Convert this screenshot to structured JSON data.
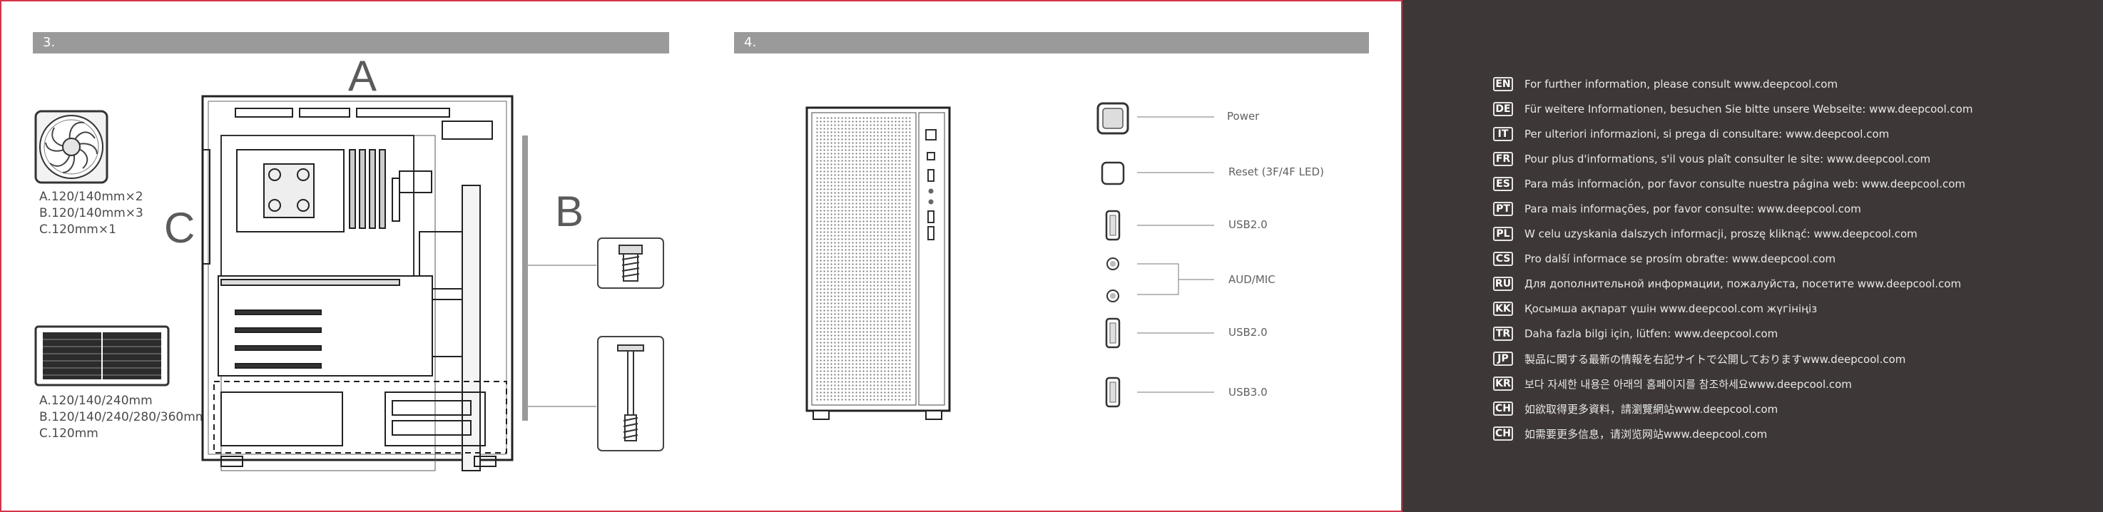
{
  "section3": {
    "number": "3.",
    "fan_letters": {
      "a": "A",
      "b": "B",
      "c": "C"
    },
    "fan_spec": [
      "A.120/140mm×2",
      "B.120/140mm×3",
      "C.120mm×1"
    ],
    "radiator_spec": [
      "A.120/140/240mm",
      "B.120/140/240/280/360mm",
      "C.120mm"
    ]
  },
  "section4": {
    "number": "4.",
    "io": [
      {
        "label": "Power",
        "icon": "power-button-icon"
      },
      {
        "label": "Reset (3F/4F LED)",
        "icon": "reset-button-icon"
      },
      {
        "label": "USB2.0",
        "icon": "usb-port-icon"
      },
      {
        "label": "AUD/MIC",
        "icon": "audio-jack-icon"
      },
      {
        "label": "USB2.0",
        "icon": "usb-port-icon"
      },
      {
        "label": "USB3.0",
        "icon": "usb-port-icon"
      }
    ]
  },
  "languages": [
    {
      "code": "EN",
      "text": "For further information, please consult www.deepcool.com"
    },
    {
      "code": "DE",
      "text": "Für weitere Informationen, besuchen Sie bitte unsere Webseite: www.deepcool.com"
    },
    {
      "code": "IT",
      "text": "Per ulteriori informazioni, si prega di consultare: www.deepcool.com"
    },
    {
      "code": "FR",
      "text": "Pour plus d'informations, s'il vous plaît consulter le site: www.deepcool.com"
    },
    {
      "code": "ES",
      "text": "Para más información, por favor consulte nuestra página web: www.deepcool.com"
    },
    {
      "code": "PT",
      "text": "Para mais informações, por favor consulte: www.deepcool.com"
    },
    {
      "code": "PL",
      "text": "W celu uzyskania dalszych informacji, proszę kliknąć: www.deepcool.com"
    },
    {
      "code": "CS",
      "text": "Pro další informace se prosím obraťte: www.deepcool.com"
    },
    {
      "code": "RU",
      "text": "Для дополнительной информации, пожалуйста, посетите www.deepcool.com"
    },
    {
      "code": "KK",
      "text": "Қосымша ақпарат үшін www.deepcool.com жүгініңіз"
    },
    {
      "code": "TR",
      "text": "Daha fazla bilgi için, lütfen: www.deepcool.com"
    },
    {
      "code": "JP",
      "text": "製品に関する最新の情報を右記サイトで公開しておりますwww.deepcool.com"
    },
    {
      "code": "KR",
      "text": "보다 자세한 내용은 아래의 홈페이지를 참조하세요www.deepcool.com"
    },
    {
      "code": "CH",
      "text": "如欲取得更多資料，請瀏覽網站www.deepcool.com"
    },
    {
      "code": "CH",
      "text": "如需要更多信息，请浏览网站www.deepcool.com"
    }
  ]
}
